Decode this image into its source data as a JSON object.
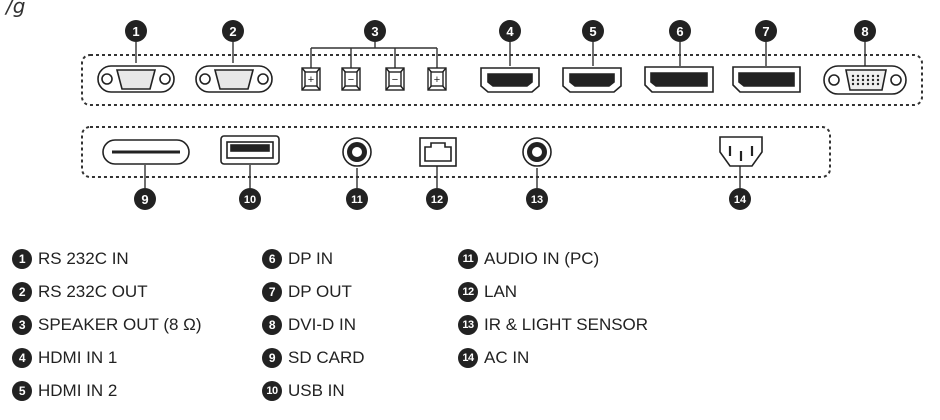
{
  "callouts": [
    "1",
    "2",
    "3",
    "4",
    "5",
    "6",
    "7",
    "8",
    "9",
    "10",
    "11",
    "12",
    "13",
    "14"
  ],
  "legend": {
    "col1": [
      {
        "num": "1",
        "label": "RS 232C IN"
      },
      {
        "num": "2",
        "label": "RS 232C OUT"
      },
      {
        "num": "3",
        "label": "SPEAKER OUT (8 Ω)"
      },
      {
        "num": "4",
        "label": "HDMI IN 1"
      },
      {
        "num": "5",
        "label": "HDMI IN 2"
      }
    ],
    "col2": [
      {
        "num": "6",
        "label": "DP IN"
      },
      {
        "num": "7",
        "label": "DP OUT"
      },
      {
        "num": "8",
        "label": "DVI-D IN"
      },
      {
        "num": "9",
        "label": "SD CARD"
      },
      {
        "num": "10",
        "label": "USB IN"
      }
    ],
    "col3": [
      {
        "num": "11",
        "label": "AUDIO IN (PC)"
      },
      {
        "num": "12",
        "label": "LAN"
      },
      {
        "num": "13",
        "label": "IR & LIGHT SENSOR"
      },
      {
        "num": "14",
        "label": "AC IN"
      }
    ]
  },
  "speaker_terminals": [
    "+",
    "−",
    "−",
    "+"
  ],
  "colors": {
    "ink": "#222222",
    "badge": "#222222",
    "badge_text": "#ffffff"
  }
}
